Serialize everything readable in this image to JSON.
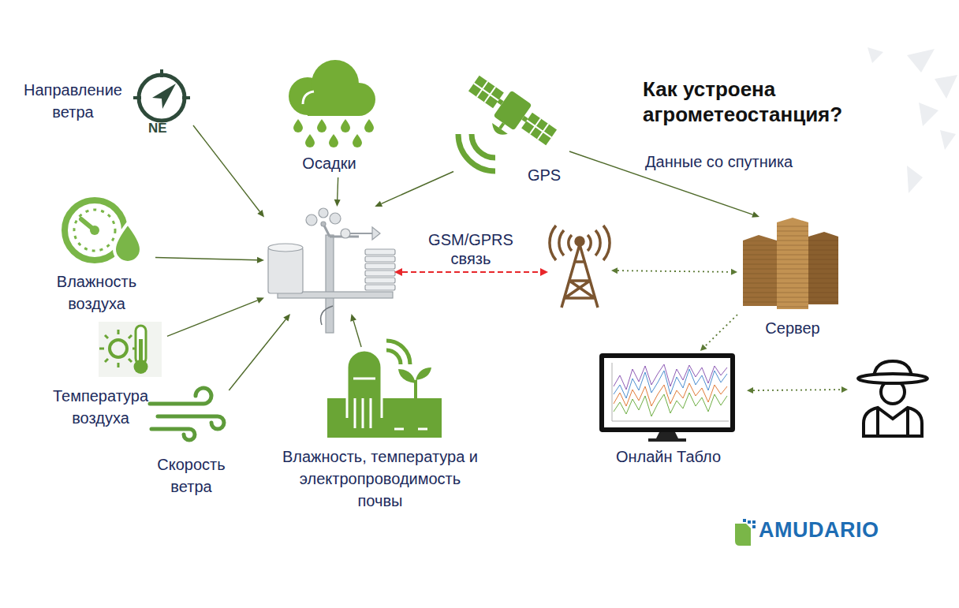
{
  "diagram": {
    "title": "Как устроена агрометеостанция?",
    "nodes": [
      {
        "text": [
          "Направление ветра"
        ]
      },
      {
        "text": [
          "Осадки"
        ]
      },
      {
        "text": [
          "GPS"
        ]
      },
      {
        "text": []
      },
      {
        "text": [
          "Влажность воздуха"
        ]
      },
      {
        "text": [
          "Температура воздуха"
        ]
      },
      {
        "text": [
          "Скорость ветра"
        ]
      },
      {
        "text": [
          "Влажность, температура и электропроводимость почвы"
        ]
      },
      {
        "text": []
      },
      {
        "text": [
          "Сервер"
        ]
      },
      {
        "text": [
          "Онлайн Табло"
        ]
      },
      {
        "text": []
      }
    ],
    "edges": [
      {
        "from": 0,
        "to": 3,
        "arrow": "to"
      },
      {
        "from": 1,
        "to": 3,
        "arrow": "to"
      },
      {
        "from": 2,
        "to": 3,
        "arrow": "to"
      },
      {
        "from": 4,
        "to": 3,
        "arrow": "to"
      },
      {
        "from": 5,
        "to": 3,
        "arrow": "to"
      },
      {
        "from": 6,
        "to": 3,
        "arrow": "to"
      },
      {
        "from": 7,
        "to": 3,
        "arrow": "to"
      },
      {
        "from": 3,
        "to": 8,
        "label": "GSM/GPRS связь",
        "arrow": "both"
      },
      {
        "from": 2,
        "to": 9,
        "label": "Данные со спутника",
        "arrow": "to"
      },
      {
        "from": 8,
        "to": 9,
        "arrow": "both"
      },
      {
        "from": 9,
        "to": 10,
        "arrow": "to"
      },
      {
        "from": 10,
        "to": 11,
        "arrow": "both"
      }
    ],
    "labels": [
      "NE",
      "AMUDARIO"
    ]
  }
}
